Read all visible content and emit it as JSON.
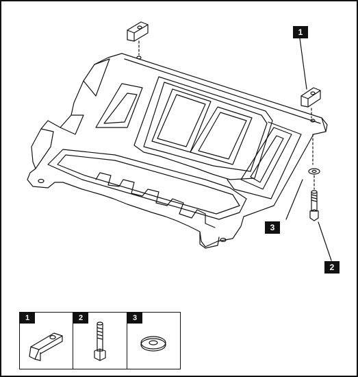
{
  "callouts": {
    "top_label": "1",
    "washer_label": "3",
    "bolt_label": "2"
  },
  "legend": {
    "items": [
      {
        "number": "1",
        "part": "bracket-icon"
      },
      {
        "number": "2",
        "part": "bolt-icon"
      },
      {
        "number": "3",
        "part": "washer-icon"
      }
    ]
  },
  "colors": {
    "line": "#111111",
    "background": "#ffffff",
    "tag_fill": "#111111",
    "tag_text": "#ffffff"
  }
}
